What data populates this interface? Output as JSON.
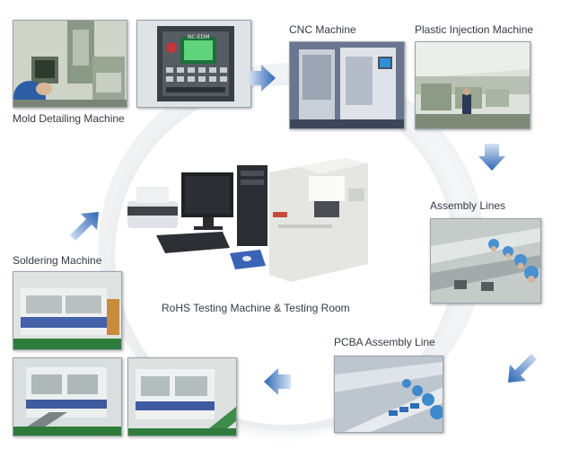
{
  "labels": {
    "mold_detailing": "Mold Detailing Machine",
    "cnc": "CNC Machine",
    "plastic_injection": "Plastic Injection Machine",
    "assembly_lines": "Assembly Lines",
    "soldering": "Soldering Machine",
    "pcba": "PCBA Assembly Line",
    "center": "RoHS Testing Machine & Testing Room"
  },
  "screen_text": "NC-EDM",
  "colors": {
    "arrow": "#2e67b6",
    "label_text": "#333b44",
    "photo_border": "#9aa3ad"
  },
  "icons": [
    "arrow-right-icon",
    "arrow-down-icon",
    "arrow-left-icon",
    "arrow-up-right-icon"
  ]
}
